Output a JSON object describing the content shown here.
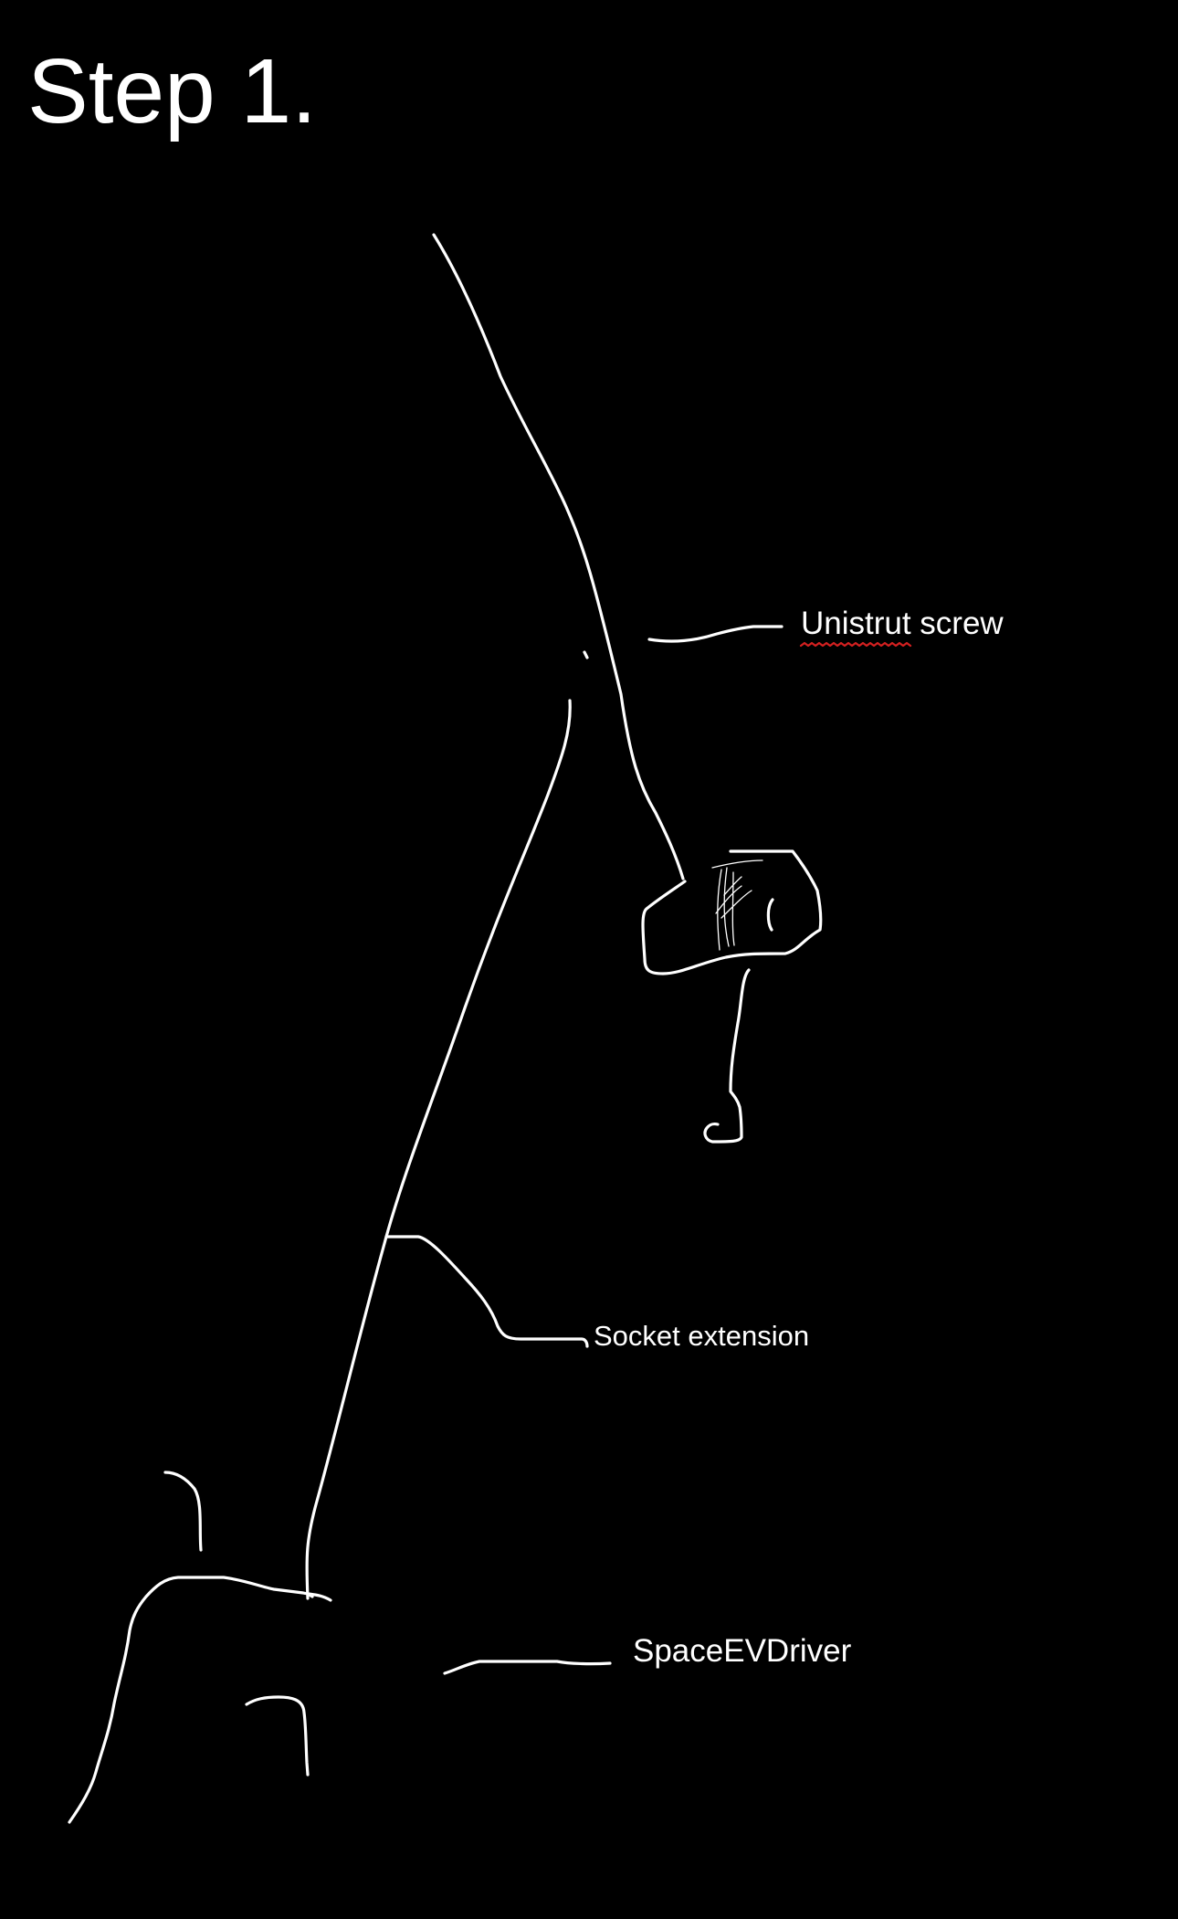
{
  "diagram": {
    "title": "Step 1.",
    "labels": {
      "unistrut_screw": "Unistrut screw",
      "socket_extension": "Socket extension",
      "space_ev_driver": "SpaceEVDriver"
    },
    "colors": {
      "background": "#000000",
      "ink": "#ffffff",
      "spellcheck_underline": "#d42020"
    }
  }
}
